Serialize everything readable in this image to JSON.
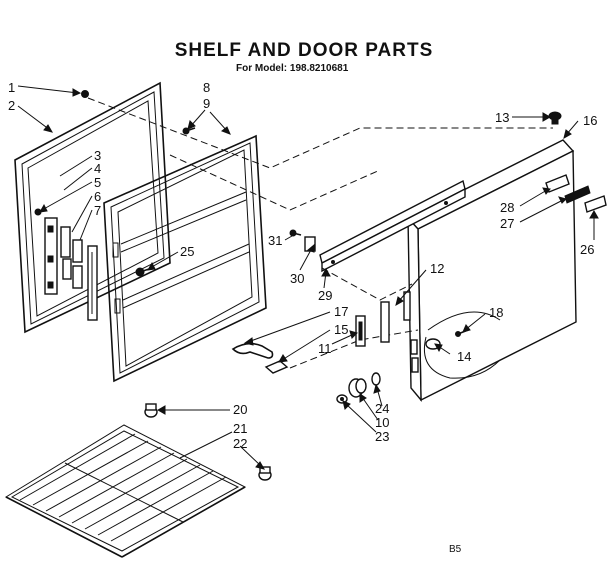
{
  "header": {
    "title": "SHELF AND DOOR PARTS",
    "model_line": "For Model: 198.8210681"
  },
  "footer": {
    "code": "B5"
  },
  "callouts": {
    "c1": "1",
    "c2": "2",
    "c3": "3",
    "c4": "4",
    "c5": "5",
    "c6": "6",
    "c7": "7",
    "c8": "8",
    "c9": "9",
    "c10": "10",
    "c11": "11",
    "c12": "12",
    "c13": "13",
    "c14": "14",
    "c15": "15",
    "c16": "16",
    "c17": "17",
    "c18": "18",
    "c20": "20",
    "c21": "21",
    "c22": "22",
    "c23": "23",
    "c24": "24",
    "c25": "25",
    "c26": "26",
    "c27": "27",
    "c28": "28",
    "c29": "29",
    "c30": "30",
    "c31": "31"
  }
}
